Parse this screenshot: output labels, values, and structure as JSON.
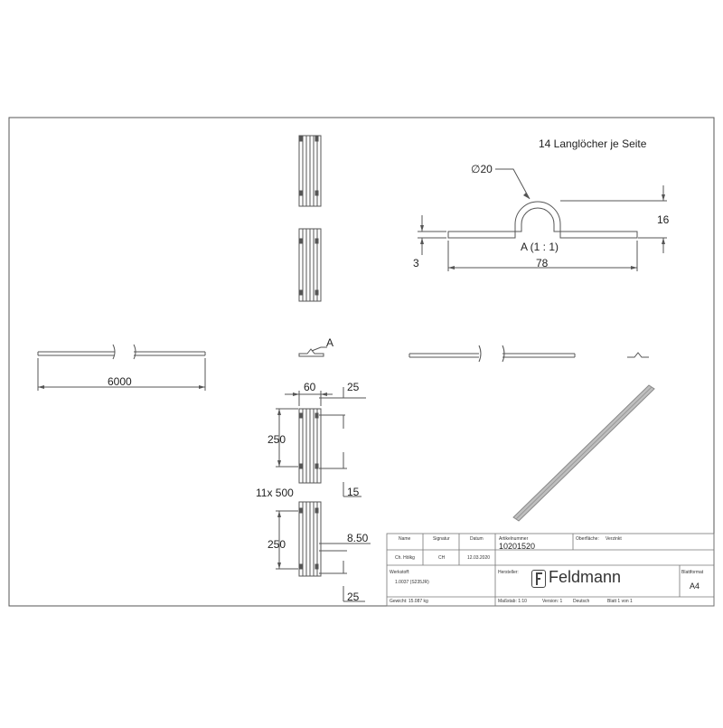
{
  "notes": {
    "slot_note": "14 Langlöcher je Seite",
    "diameter": "20",
    "detail_label": "A (1 : 1)",
    "detail_ref": "A"
  },
  "dimensions": {
    "profile_height": "16",
    "profile_thickness": "3",
    "profile_width": "78",
    "total_length": "6000",
    "width_60": "60",
    "edge_25_top": "25",
    "pitch_250_a": "250",
    "edge_15": "15",
    "slot_pattern": "11x 500",
    "pitch_250_b": "250",
    "slot_850": "8.50",
    "edge_25_bottom": "25"
  },
  "title_block": {
    "col_name": "Name",
    "col_signatur": "Signatur",
    "col_datum": "Datum",
    "col_artikelnummer": "Artikelnummer",
    "col_oberflaeche": "Oberfläche:",
    "oberflaeche_value": "Verzinkt",
    "name_value": "Ch. Hölkg",
    "signatur_value": "CH",
    "datum_value": "12.03.2020",
    "artikelnummer_value": "10201520",
    "werkstoff_label": "Werkstoff:",
    "werkstoff_value": "1.0037 (S235JR)",
    "hersteller_label": "Hersteller:",
    "brand_name": "Feldmann",
    "blattformat_label": "Blattformat",
    "blattformat_value": "A4",
    "gewicht": "Gewicht: 15.087 kg",
    "massstab": "Maßstab: 1:10",
    "version": "Version: 1",
    "sprache": "Deutsch",
    "blatt": "Blatt 1 von 1"
  }
}
